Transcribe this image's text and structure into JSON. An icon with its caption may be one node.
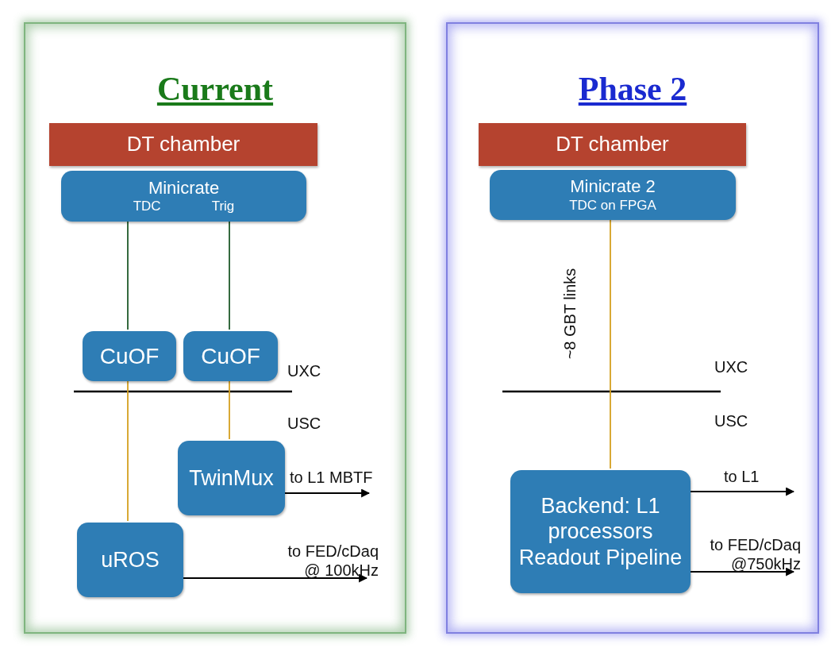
{
  "diagram": {
    "nodes": [
      {
        "text": [
          "Current"
        ]
      },
      {
        "text": [
          "DT chamber"
        ],
        "in": 0
      },
      {
        "text": [
          "Minicrate",
          "TDC",
          "Trig"
        ],
        "in": 0
      },
      {
        "text": [
          "CuOF"
        ],
        "in": 0
      },
      {
        "text": [
          "CuOF"
        ],
        "in": 0
      },
      {
        "text": [
          "TwinMux"
        ],
        "in": 0
      },
      {
        "text": [
          "uROS"
        ],
        "in": 0
      },
      {
        "text": [
          "Phase 2"
        ]
      },
      {
        "text": [
          "DT chamber"
        ],
        "in": 7
      },
      {
        "text": [
          "Minicrate 2",
          "TDC on FPGA"
        ],
        "in": 7
      },
      {
        "text": [
          "Backend: L1 processors Readout Pipeline"
        ],
        "in": 7
      }
    ],
    "edges": [
      {
        "from": 2,
        "to": 3,
        "arrow": "none",
        "color": "#1f5a2a"
      },
      {
        "from": 2,
        "to": 4,
        "arrow": "none",
        "color": "#1f5a2a"
      },
      {
        "from": 3,
        "to": 6,
        "arrow": "none",
        "color": "#d4a020"
      },
      {
        "from": 4,
        "to": 5,
        "arrow": "none",
        "color": "#d4a020"
      },
      {
        "from": 5,
        "to": null,
        "arrow": "to",
        "label": "to L1 MBTF"
      },
      {
        "from": 6,
        "to": null,
        "arrow": "to",
        "label": "to FED/cDaq @ 100kHz"
      },
      {
        "from": 9,
        "to": 10,
        "arrow": "none",
        "color": "#d4a020",
        "label": "~8 GBT links"
      },
      {
        "from": 10,
        "to": null,
        "arrow": "to",
        "label": "to L1"
      },
      {
        "from": 10,
        "to": null,
        "arrow": "to",
        "label": "to FED/cDaq @750kHz"
      }
    ],
    "labels": [
      "UXC",
      "USC",
      "UXC",
      "USC"
    ]
  }
}
